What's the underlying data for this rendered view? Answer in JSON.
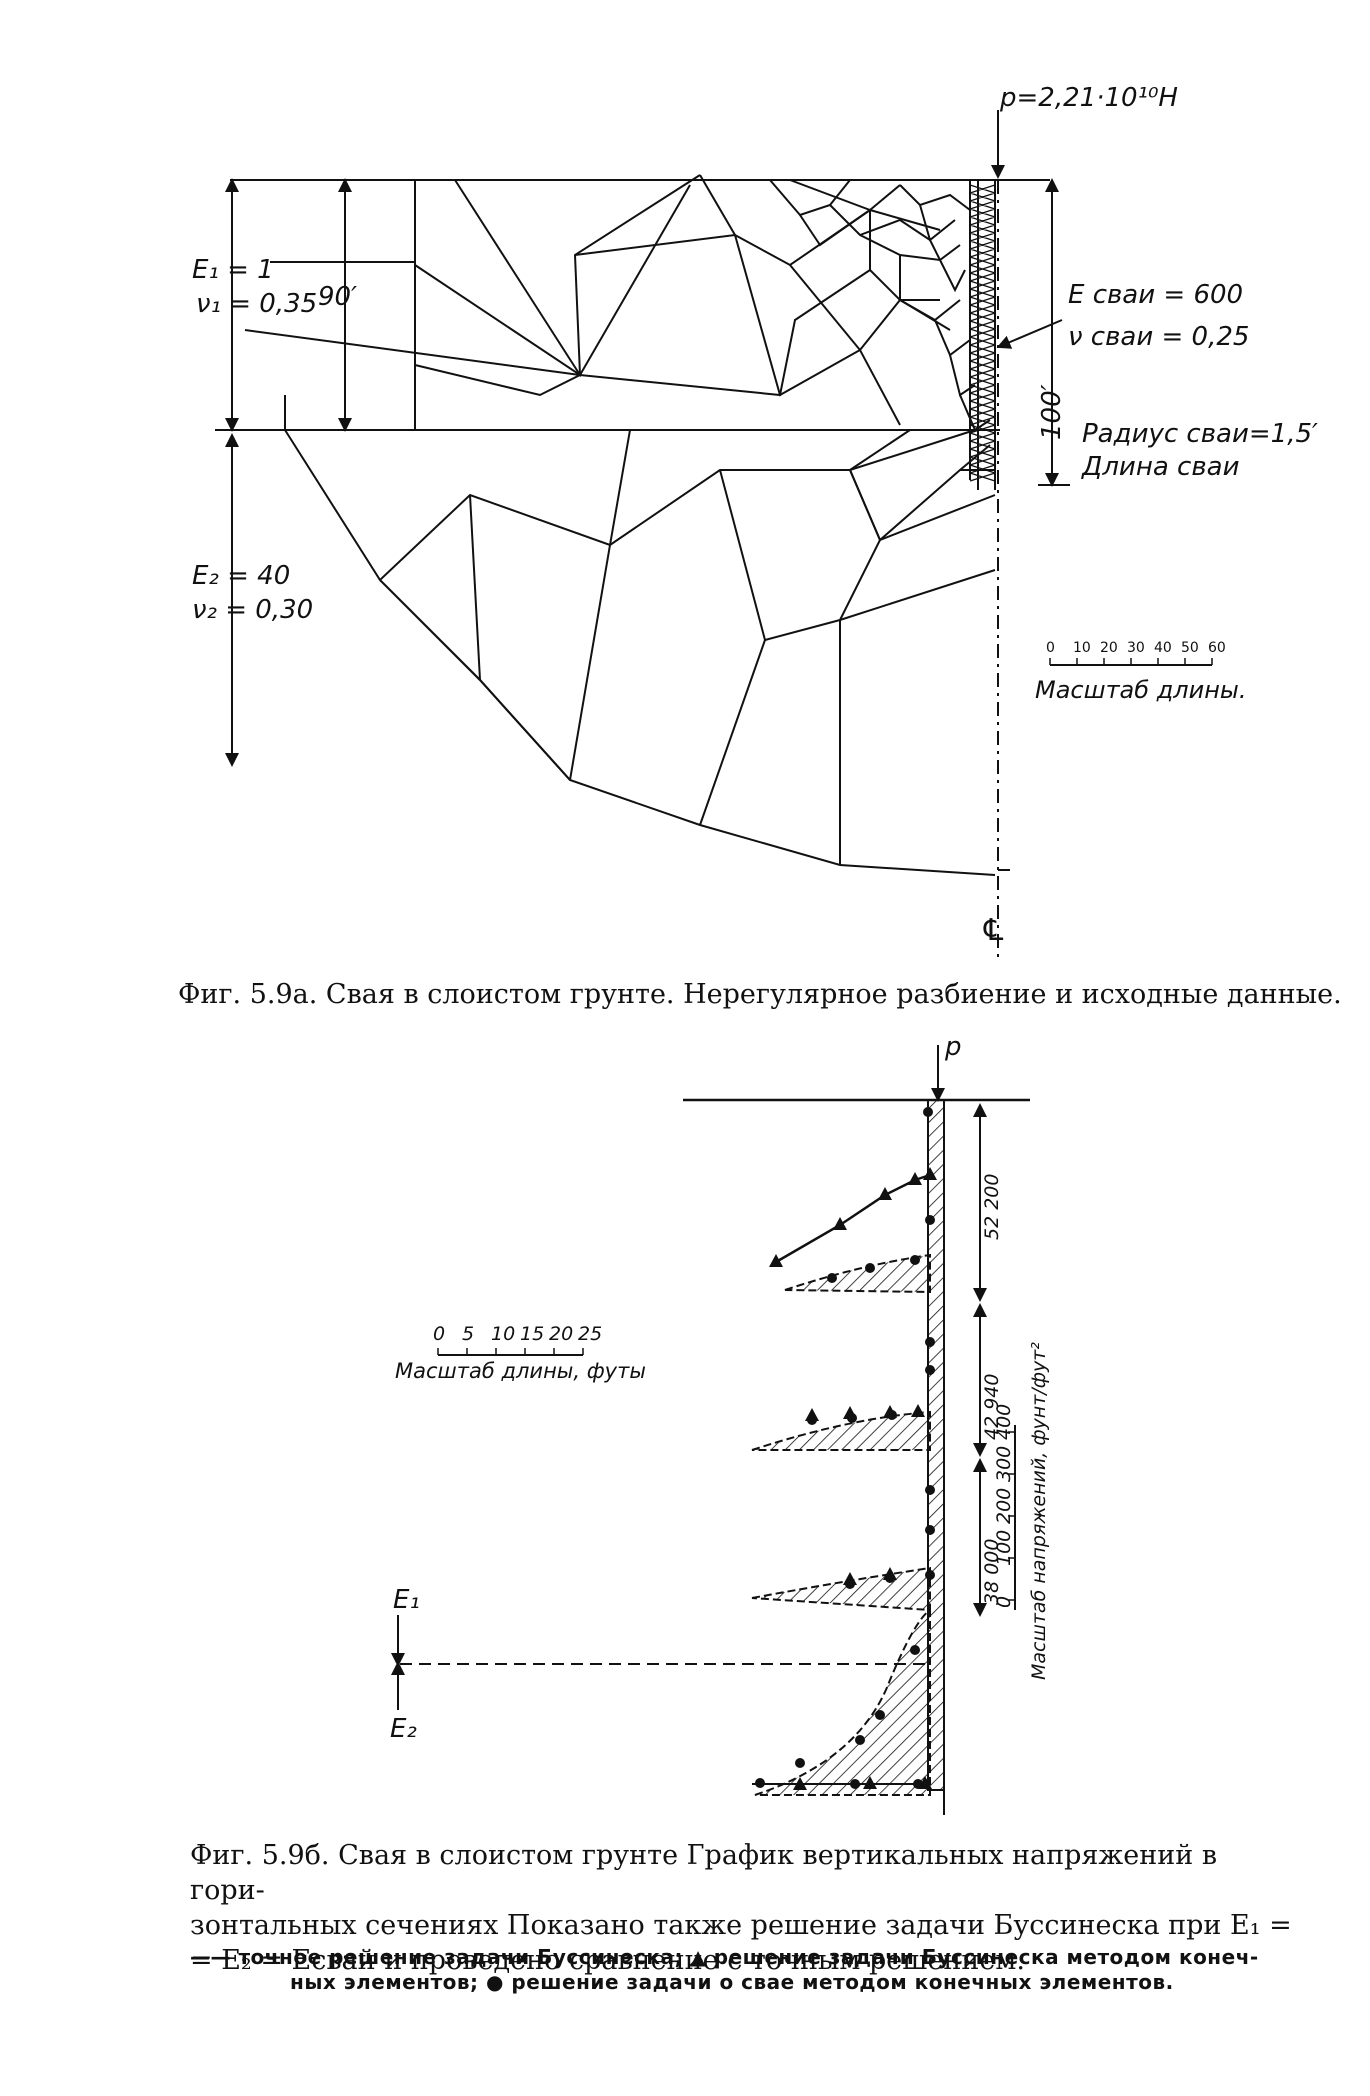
{
  "figure_a": {
    "load_label": "p=2,21·10¹⁰Н",
    "layer1_E": "E₁ = 1",
    "layer1_nu": "ν₁ = 0,35",
    "layer1_depth": "90′",
    "layer2_E": "E₂ = 40",
    "layer2_nu": "ν₂ = 0,30",
    "pile_E": "E сваи = 600",
    "pile_nu": "ν сваи = 0,25",
    "pile_length_value": "100′",
    "pile_radius": "Радиус сваи=1,5′",
    "pile_length_label": "Длина сваи",
    "scale_ticks": [
      "0",
      "10",
      "20",
      "30",
      "40",
      "50",
      "60"
    ],
    "scale_label": "Масштаб длины.",
    "centerline_label": "℄",
    "caption": "Фиг. 5.9а. Свая в слоистом грунте. Нерегулярное разбиение и исходные данные."
  },
  "figure_b": {
    "load_label": "p",
    "scale_ticks": [
      "0",
      "5",
      "10",
      "15",
      "20",
      "25"
    ],
    "scale_label": "Масштаб длины, футы",
    "E1_label": "E₁",
    "E2_label": "E₂",
    "section_values": [
      "52 200",
      "42 940",
      "38 000"
    ],
    "stress_ticks": [
      "0",
      "100",
      "200",
      "300",
      "400"
    ],
    "stress_axis_label": "Масштаб напряжений, фунт/фут²",
    "caption_line1": "Фиг. 5.9б. Свая в слоистом грунте График вертикальных напряжений в гори-",
    "caption_line2": "зонтальных сечениях Показано также решение задачи Буссинеска при E₁ =",
    "caption_line3": "= E₂ = Eсвай и проведено сравнение с точным решением.",
    "legend_line1": "—— точное решение задачи Буссинеска; ▲ решение задачи Буссинеска методом конеч-",
    "legend_line2": "ных элементов; ● решение задачи о свае методом конечных элементов."
  }
}
